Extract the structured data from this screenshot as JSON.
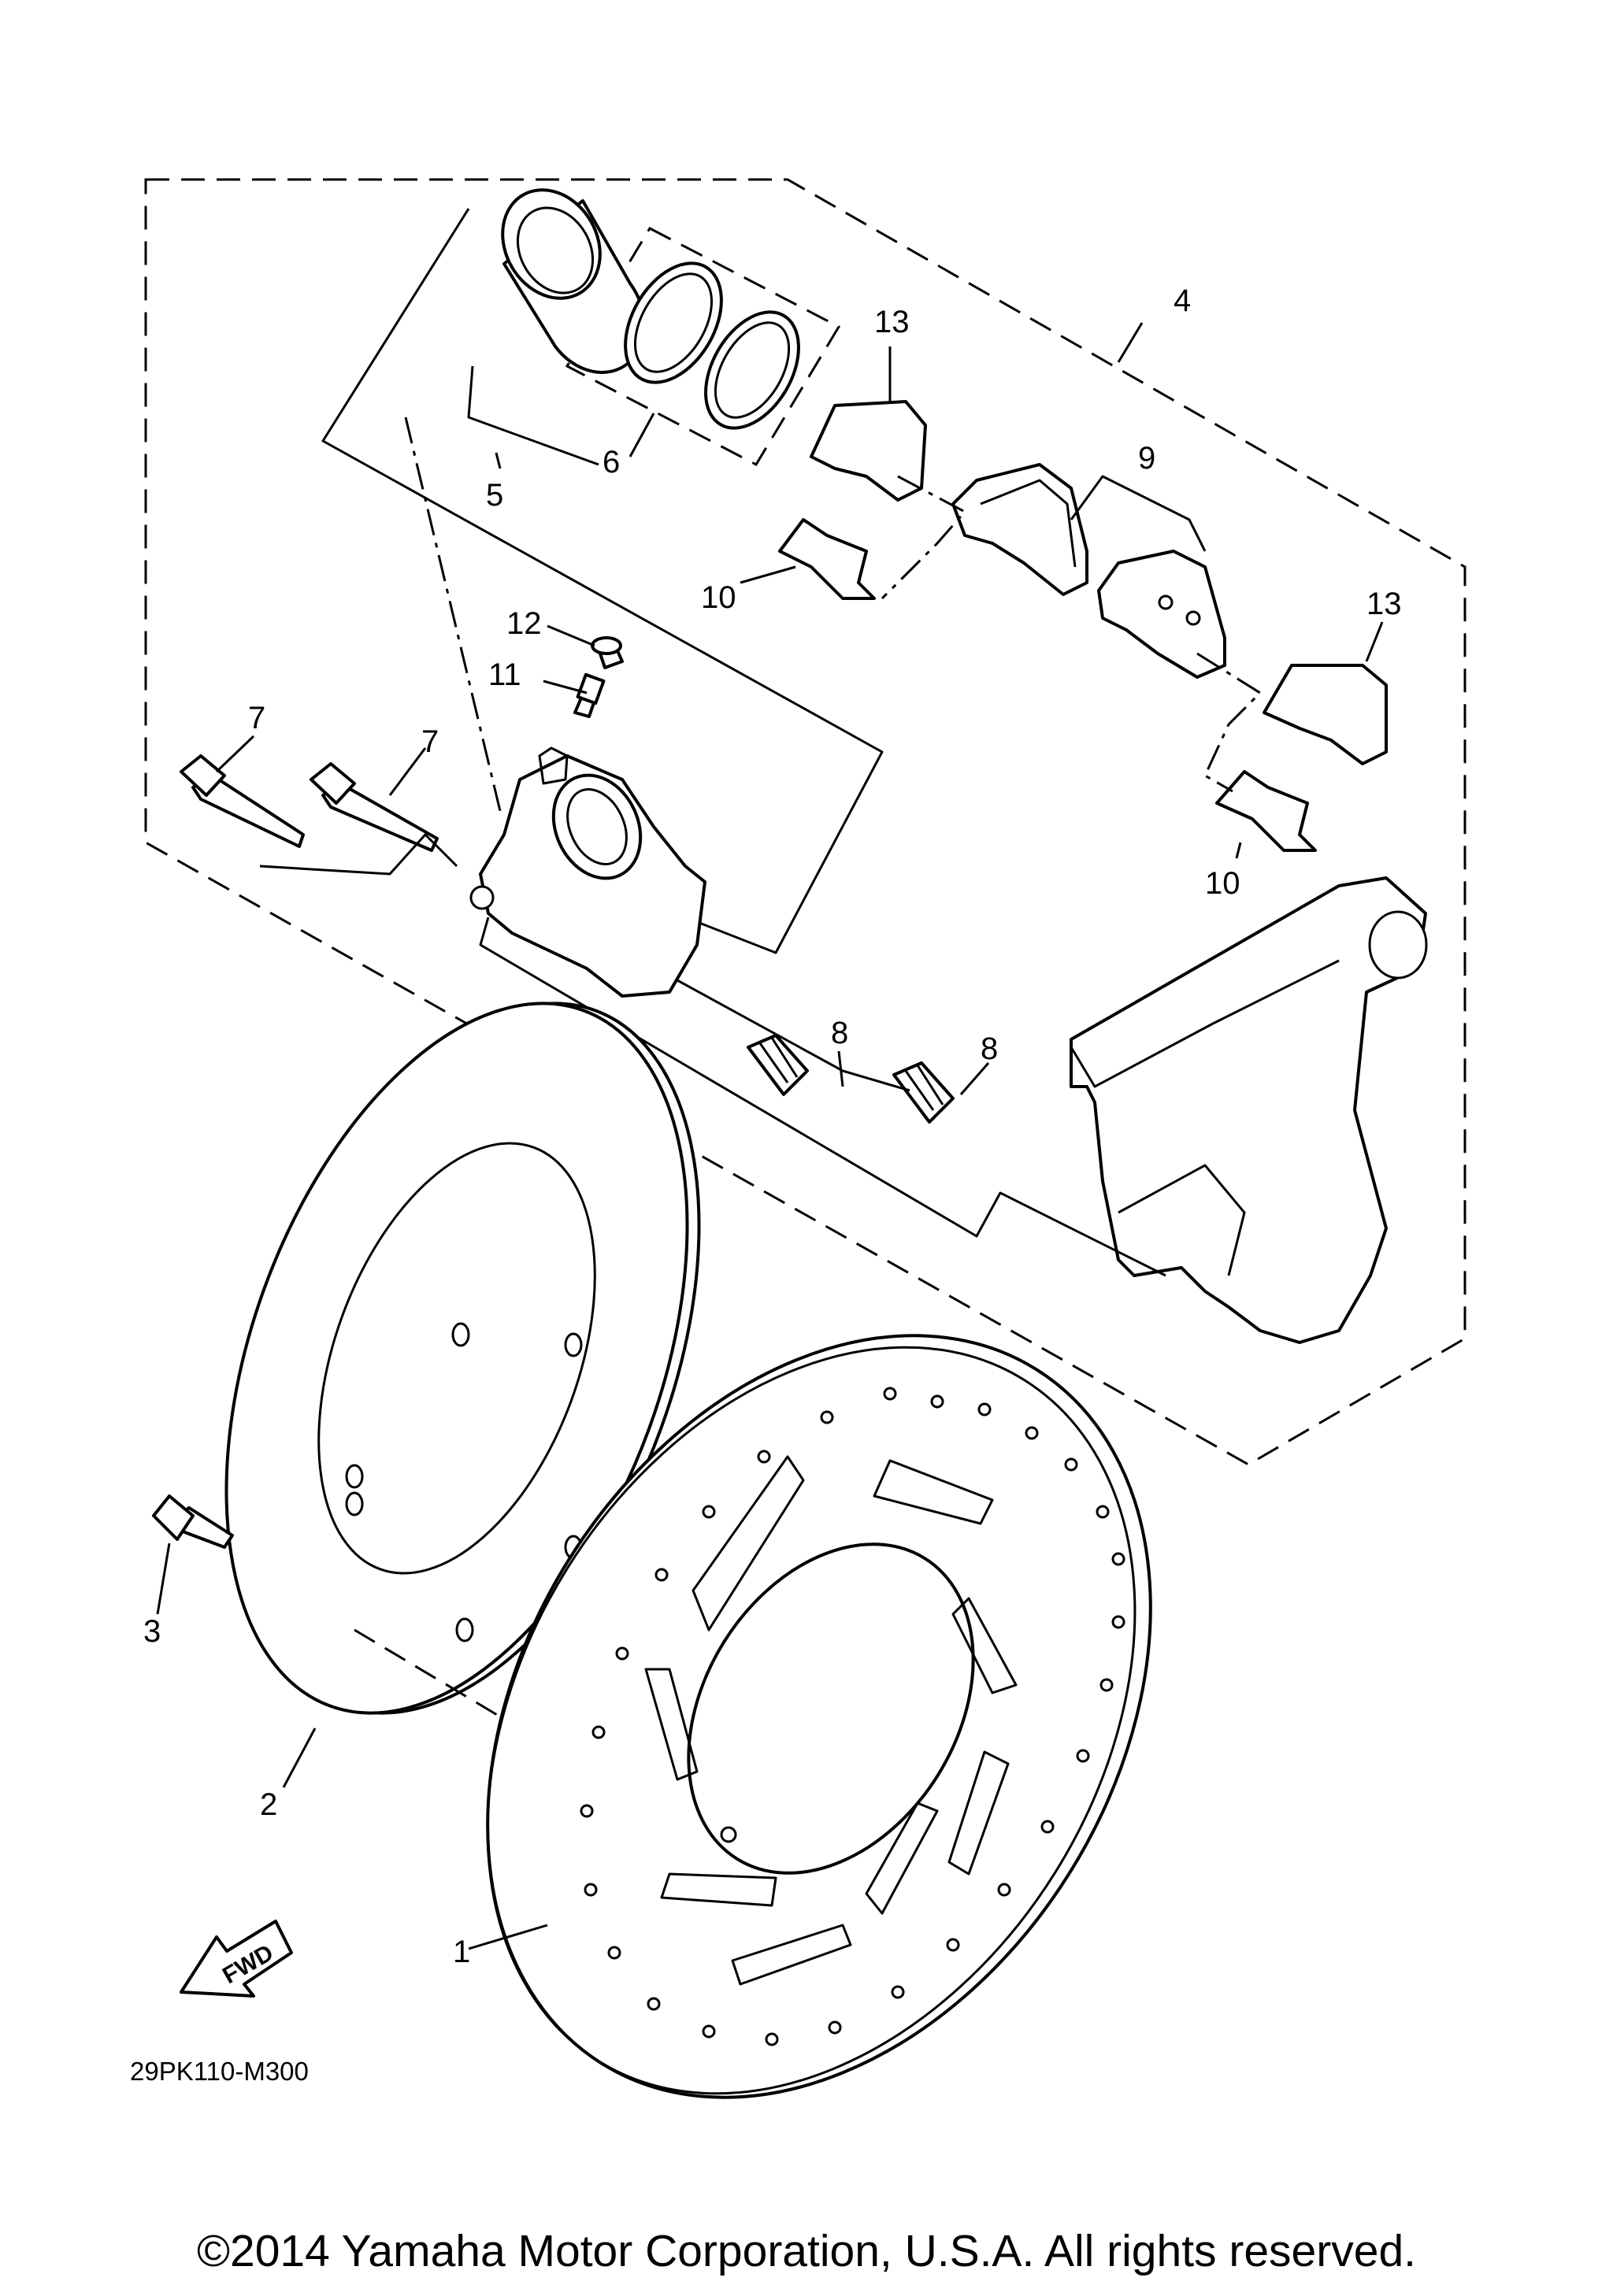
{
  "callouts": [
    "1",
    "2",
    "3",
    "4",
    "5",
    "6",
    "7",
    "7",
    "8",
    "8",
    "9",
    "10",
    "10",
    "11",
    "12",
    "13",
    "13"
  ],
  "fwd_label": "FWD",
  "diagram_code": "29PK110-M300",
  "copyright": "©2014 Yamaha Motor Corporation, U.S.A. All rights reserved."
}
